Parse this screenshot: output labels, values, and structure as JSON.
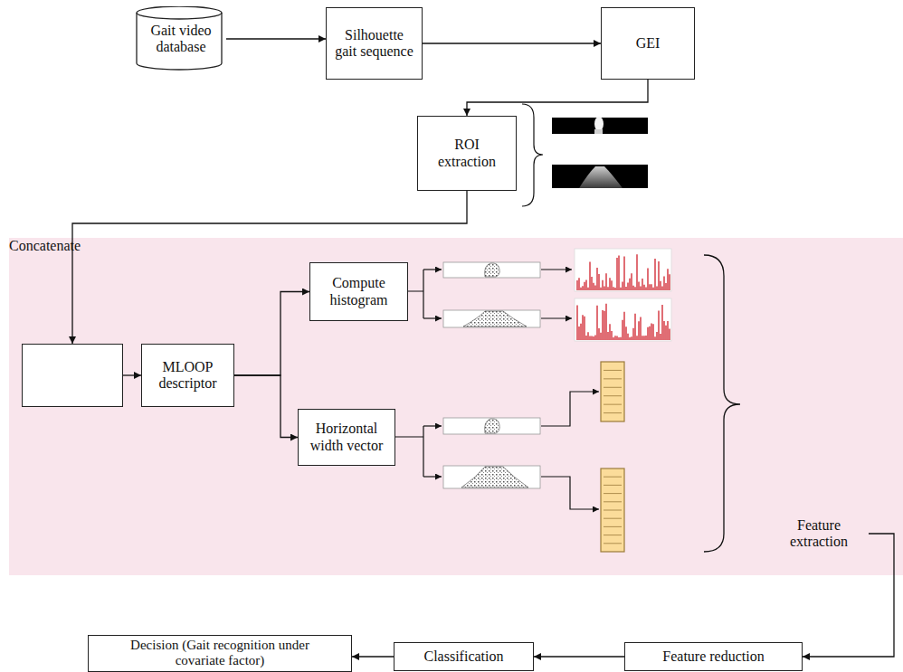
{
  "diagram": {
    "nodes": [
      {
        "text": [
          "Gait video database"
        ]
      },
      {
        "text": [
          "Silhouette gait sequence"
        ]
      },
      {
        "text": [
          "GEI"
        ]
      },
      {
        "text": [
          "ROI extraction"
        ]
      },
      {
        "text": [
          "Concatenate"
        ]
      },
      {
        "text": [
          "Feature extraction"
        ],
        "in": 4
      },
      {
        "text": [
          "MLOOP descriptor"
        ],
        "in": 4
      },
      {
        "text": [
          "Compute histogram"
        ],
        "in": 4
      },
      {
        "text": [
          "Horizontal width vector"
        ],
        "in": 4
      },
      {
        "text": [
          "Feature reduction"
        ]
      },
      {
        "text": [
          "Classification"
        ]
      },
      {
        "text": [
          "Decision (Gait recognition under covariate factor)"
        ]
      }
    ],
    "edges": [
      {
        "from": 0,
        "to": 1,
        "arrow": "to"
      },
      {
        "from": 1,
        "to": 2,
        "arrow": "to"
      },
      {
        "from": 2,
        "to": 3,
        "arrow": "to"
      },
      {
        "from": 3,
        "to": 5,
        "arrow": "to"
      },
      {
        "from": 5,
        "to": 6,
        "arrow": "to"
      },
      {
        "from": 6,
        "to": 7,
        "arrow": "to"
      },
      {
        "from": 6,
        "to": 8,
        "arrow": "to"
      },
      {
        "from": 4,
        "to": 9,
        "arrow": "to"
      },
      {
        "from": 9,
        "to": 10,
        "arrow": "to"
      },
      {
        "from": 10,
        "to": 11,
        "arrow": "to"
      }
    ]
  }
}
